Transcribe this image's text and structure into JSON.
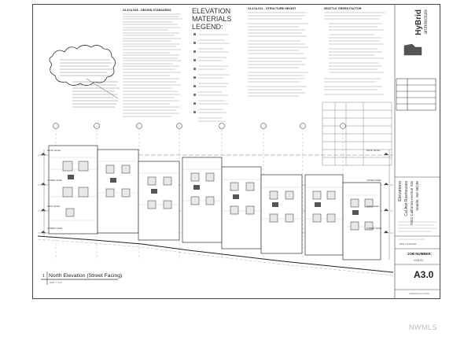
{
  "sheet": {
    "code_block_title": "23.47A.008 - DESIGN STANDARDS",
    "legend_title": [
      "ELEVATION",
      "MATERIALS",
      "LEGEND:"
    ],
    "height_block_title": "23.47A.012 - STRUCTURE HEIGHT",
    "green_block_title": "SEATTLE GREEN FACTOR",
    "elevation_title": "North Elevation (Street Facing)",
    "scale": "3/16\" = 1'-0\"",
    "callout_number": "1",
    "project_name": "Elevations",
    "project_subtitle": "Cal Ave Rowhouses",
    "project_address": "7002 California Avenue SW",
    "project_city": "Seattle, WA 98136",
    "firm_name": "HyBrid",
    "firm_subtitle": "architecture",
    "job_label": "JOB NUMBER:",
    "job_value": "HYB-S1",
    "sheet_number": "A3.0",
    "dpd_number": "DPD # 6427200",
    "date_stamp": "7/29/2015 4:47:16 PM",
    "watermark": "NWMLS",
    "level_labels_left": [
      "ROOF LEVEL",
      "UPPER LEVEL",
      "MAIN LEVEL",
      "LOWER LEVEL"
    ],
    "level_labels_right": [
      "ROOF LEVEL",
      "UPPER LEVEL",
      "MAIN LEVEL",
      "LOWER LEVEL"
    ]
  }
}
